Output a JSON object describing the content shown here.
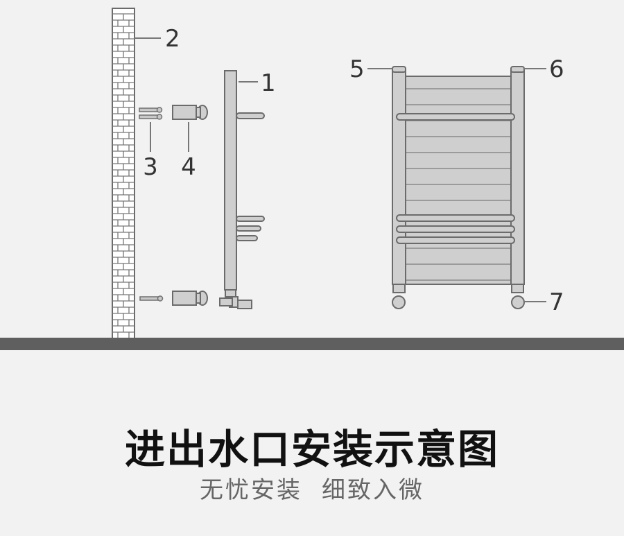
{
  "callouts": {
    "c1": "1",
    "c2": "2",
    "c3": "3",
    "c4": "4",
    "c5": "5",
    "c6": "6",
    "c7": "7"
  },
  "title": "进出水口安装示意图",
  "subtitle": {
    "part1": "无忧安装",
    "part2": "细致入微"
  },
  "colors": {
    "background": "#f2f2f2",
    "floor": "#5f5f5f",
    "part_gray": "#cfcfcf",
    "outline": "#6b6b6b"
  }
}
